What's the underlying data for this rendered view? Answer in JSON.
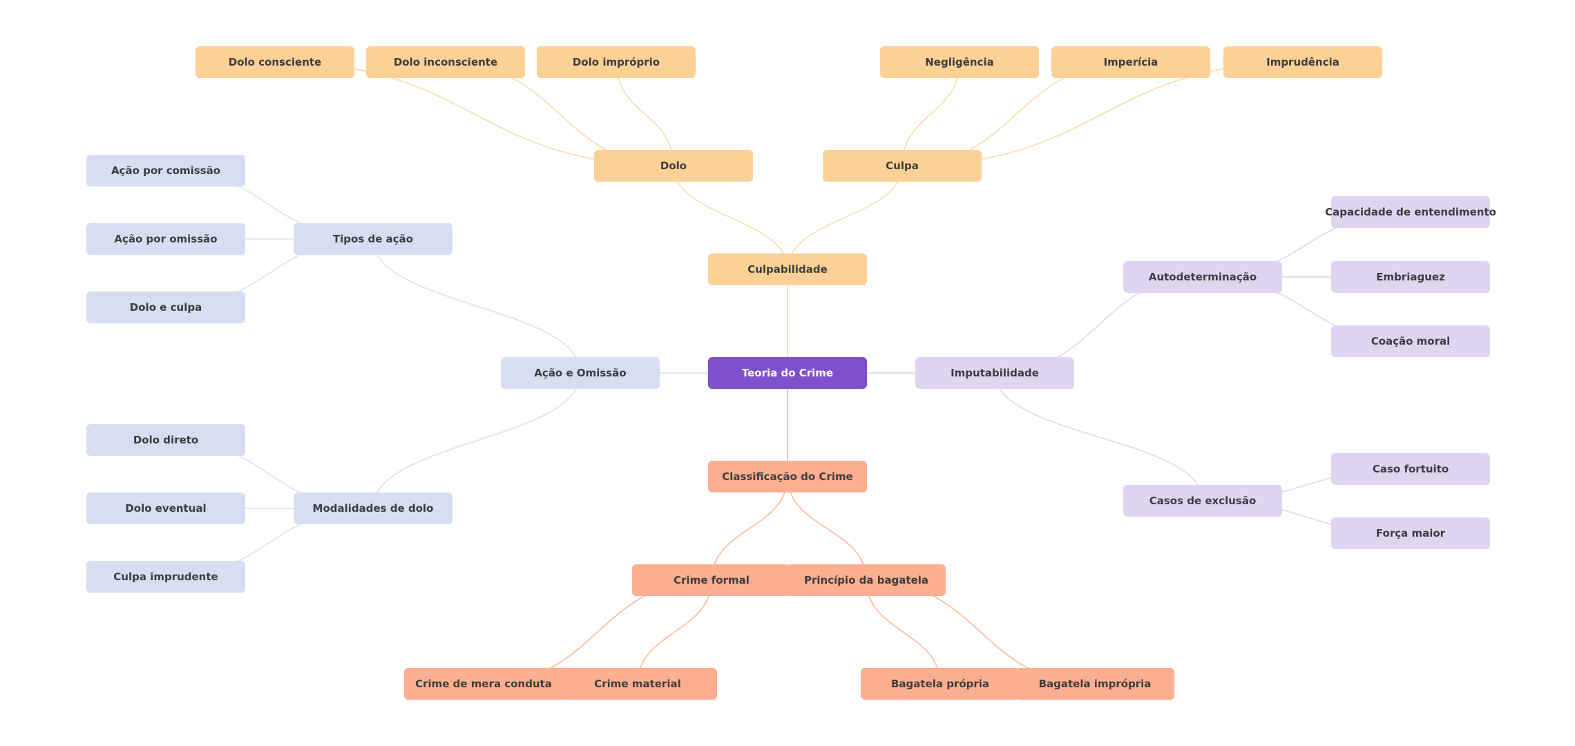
{
  "mindmap": {
    "title": "Teoria do Crime",
    "branch_colors": {
      "root": {
        "fill": "#7e50cb",
        "edge": "#ffffff"
      },
      "culpabilidade": {
        "fill": "#fdd196",
        "edge": "#fde0b8"
      },
      "acao": {
        "fill": "#d6def2",
        "edge": "#dfe6f6"
      },
      "imputabilidade": {
        "fill": "#e0d5f0",
        "edge": "#e4dcf4"
      },
      "classificacao": {
        "fill": "#fbae90",
        "edge": "#fcc4ad"
      }
    },
    "nodes": [
      {
        "id": "root",
        "label": "Teoria do Crime",
        "branch": "root",
        "parent": null
      },
      {
        "id": "culpabilidade",
        "label": "Culpabilidade",
        "branch": "culpabilidade",
        "parent": "root"
      },
      {
        "id": "dolo",
        "label": "Dolo",
        "branch": "culpabilidade",
        "parent": "culpabilidade"
      },
      {
        "id": "culpa",
        "label": "Culpa",
        "branch": "culpabilidade",
        "parent": "culpabilidade"
      },
      {
        "id": "dolo-consciente",
        "label": "Dolo consciente",
        "branch": "culpabilidade",
        "parent": "dolo"
      },
      {
        "id": "dolo-inconsciente",
        "label": "Dolo inconsciente",
        "branch": "culpabilidade",
        "parent": "dolo"
      },
      {
        "id": "dolo-improprio",
        "label": "Dolo impróprio",
        "branch": "culpabilidade",
        "parent": "dolo"
      },
      {
        "id": "negligencia",
        "label": "Negligência",
        "branch": "culpabilidade",
        "parent": "culpa"
      },
      {
        "id": "impericia",
        "label": "Imperícia",
        "branch": "culpabilidade",
        "parent": "culpa"
      },
      {
        "id": "imprudencia",
        "label": "Imprudência",
        "branch": "culpabilidade",
        "parent": "culpa"
      },
      {
        "id": "acao-omissao",
        "label": "Ação e Omissão",
        "branch": "acao",
        "parent": "root"
      },
      {
        "id": "tipos-acao",
        "label": "Tipos de ação",
        "branch": "acao",
        "parent": "acao-omissao"
      },
      {
        "id": "modalidades-dolo",
        "label": "Modalidades de dolo",
        "branch": "acao",
        "parent": "acao-omissao"
      },
      {
        "id": "acao-comissao",
        "label": "Ação por comissão",
        "branch": "acao",
        "parent": "tipos-acao"
      },
      {
        "id": "acao-omissao-item",
        "label": "Ação por omissão",
        "branch": "acao",
        "parent": "tipos-acao"
      },
      {
        "id": "dolo-e-culpa",
        "label": "Dolo e culpa",
        "branch": "acao",
        "parent": "tipos-acao"
      },
      {
        "id": "dolo-direto",
        "label": "Dolo direto",
        "branch": "acao",
        "parent": "modalidades-dolo"
      },
      {
        "id": "dolo-eventual",
        "label": "Dolo eventual",
        "branch": "acao",
        "parent": "modalidades-dolo"
      },
      {
        "id": "culpa-imprudente",
        "label": "Culpa imprudente",
        "branch": "acao",
        "parent": "modalidades-dolo"
      },
      {
        "id": "imputabilidade",
        "label": "Imputabilidade",
        "branch": "imputabilidade",
        "parent": "root"
      },
      {
        "id": "autodeterminacao",
        "label": "Autodeterminação",
        "branch": "imputabilidade",
        "parent": "imputabilidade"
      },
      {
        "id": "casos-exclusao",
        "label": "Casos de exclusão",
        "branch": "imputabilidade",
        "parent": "imputabilidade"
      },
      {
        "id": "capacidade",
        "label": "Capacidade de entendimento",
        "branch": "imputabilidade",
        "parent": "autodeterminacao"
      },
      {
        "id": "embriaguez",
        "label": "Embriaguez",
        "branch": "imputabilidade",
        "parent": "autodeterminacao"
      },
      {
        "id": "coacao-moral",
        "label": "Coação moral",
        "branch": "imputabilidade",
        "parent": "autodeterminacao"
      },
      {
        "id": "caso-fortuito",
        "label": "Caso fortuito",
        "branch": "imputabilidade",
        "parent": "casos-exclusao"
      },
      {
        "id": "forca-maior",
        "label": "Força maior",
        "branch": "imputabilidade",
        "parent": "casos-exclusao"
      },
      {
        "id": "classificacao",
        "label": "Classificação do Crime",
        "branch": "classificacao",
        "parent": "root"
      },
      {
        "id": "crime-formal",
        "label": "Crime formal",
        "branch": "classificacao",
        "parent": "classificacao"
      },
      {
        "id": "principio-bagatela",
        "label": "Princípio da bagatela",
        "branch": "classificacao",
        "parent": "classificacao"
      },
      {
        "id": "crime-mera-conduta",
        "label": "Crime de mera conduta",
        "branch": "classificacao",
        "parent": "crime-formal"
      },
      {
        "id": "crime-material",
        "label": "Crime material",
        "branch": "classificacao",
        "parent": "crime-formal"
      },
      {
        "id": "bagatela-propria",
        "label": "Bagatela própria",
        "branch": "classificacao",
        "parent": "principio-bagatela"
      },
      {
        "id": "bagatela-impropria",
        "label": "Bagatela imprópria",
        "branch": "classificacao",
        "parent": "principio-bagatela"
      }
    ]
  }
}
